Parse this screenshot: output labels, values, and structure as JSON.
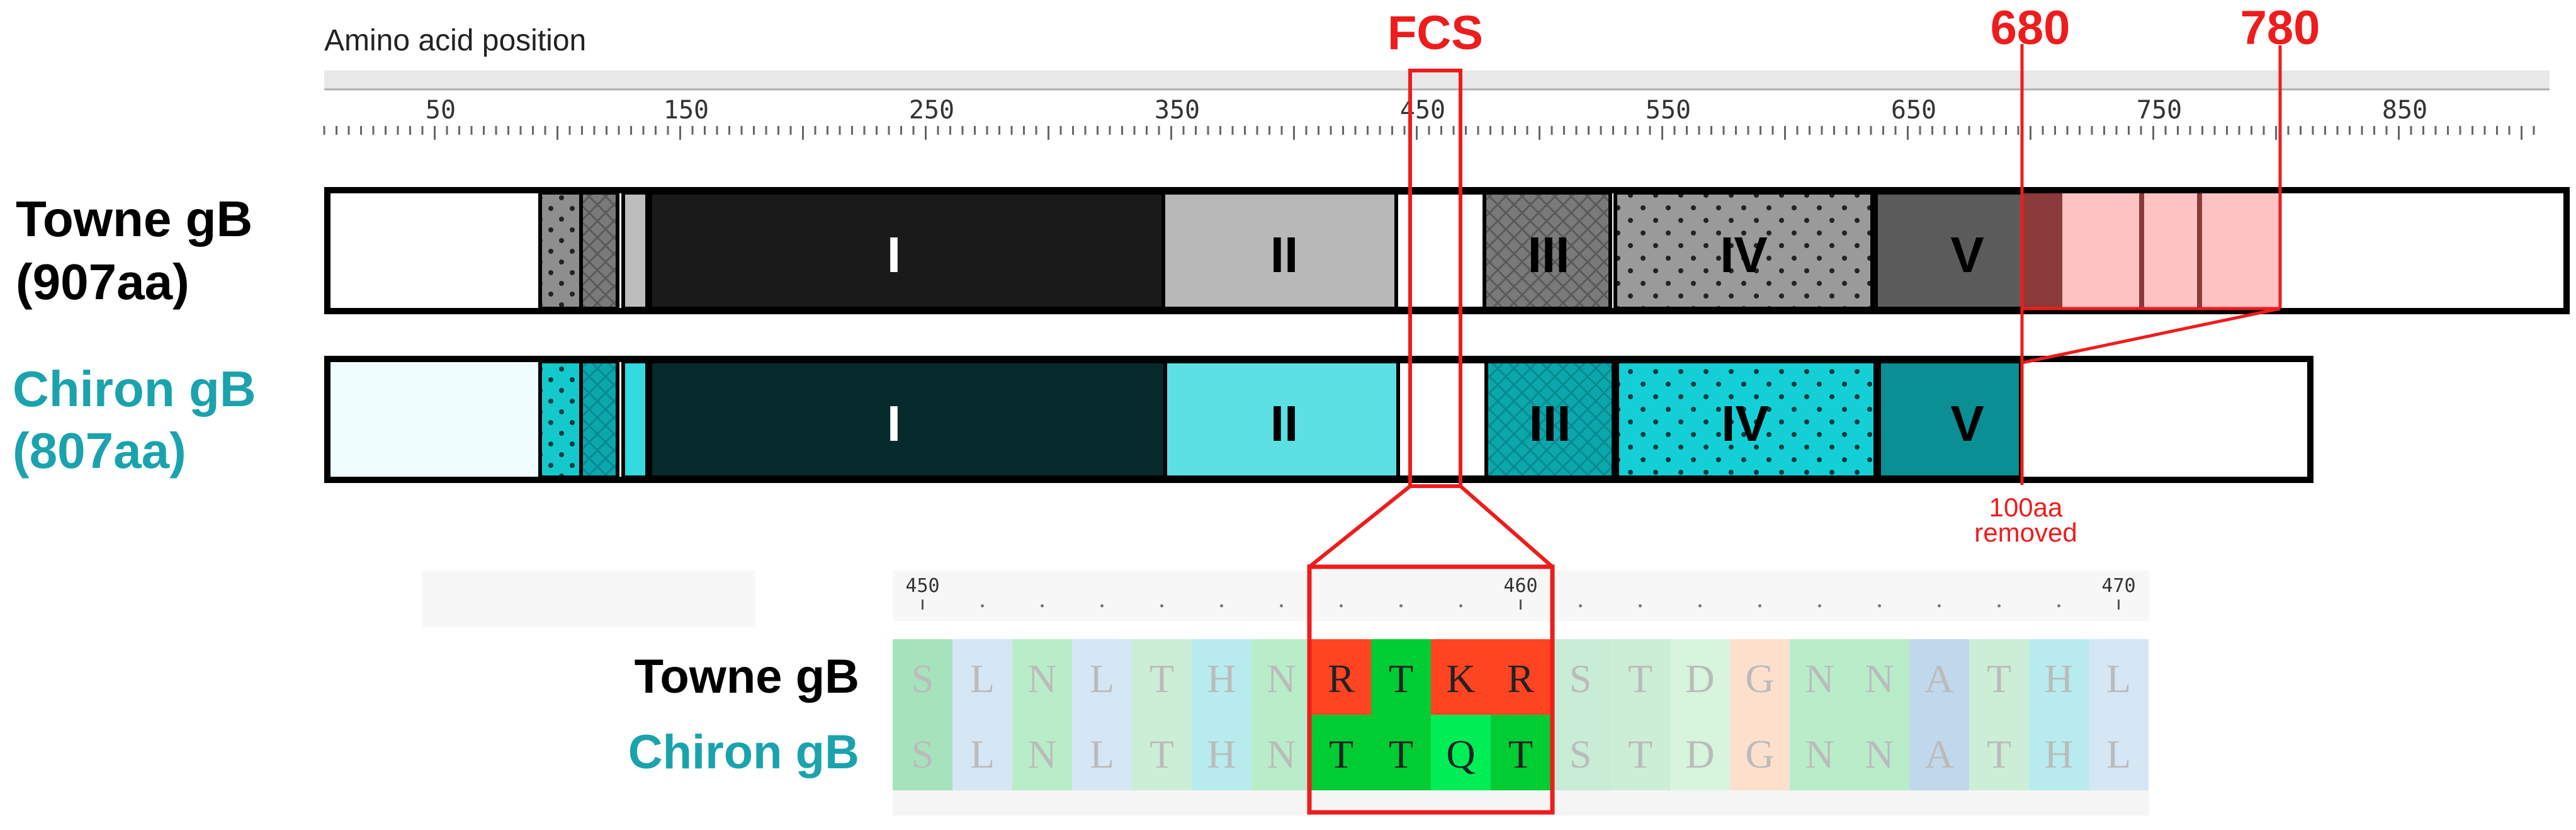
{
  "ruler": {
    "title": "Amino acid position",
    "ticks": [
      {
        "label": "50",
        "pos": 50
      },
      {
        "label": "150",
        "pos": 150
      },
      {
        "label": "250",
        "pos": 250
      },
      {
        "label": "350",
        "pos": 350
      },
      {
        "label": "450",
        "pos": 450
      },
      {
        "label": "550",
        "pos": 550
      },
      {
        "label": "650",
        "pos": 650
      },
      {
        "label": "750",
        "pos": 750
      },
      {
        "label": "850",
        "pos": 850
      }
    ]
  },
  "annotations": {
    "fcs": "FCS",
    "pos680": "680",
    "pos780": "780",
    "removed_line1": "100aa",
    "removed_line2": "removed"
  },
  "towne": {
    "name": "Towne gB",
    "length": "(907aa)",
    "color": "#000000",
    "domains": [
      {
        "label": "I",
        "start": 138,
        "end": 345
      },
      {
        "label": "II",
        "start": 345,
        "end": 440
      },
      {
        "label": "III",
        "start": 475,
        "end": 527
      },
      {
        "label": "IV",
        "start": 527,
        "end": 630
      },
      {
        "label": "V",
        "start": 630,
        "end": 710
      }
    ]
  },
  "chiron": {
    "name": "Chiron gB",
    "length": "(807aa)",
    "color": "#1aa3ad",
    "domains": [
      {
        "label": "I",
        "start": 138,
        "end": 345
      },
      {
        "label": "II",
        "start": 345,
        "end": 440
      },
      {
        "label": "III",
        "start": 475,
        "end": 527
      },
      {
        "label": "IV",
        "start": 527,
        "end": 630
      },
      {
        "label": "V",
        "start": 630,
        "end": 688
      }
    ]
  },
  "alignment": {
    "ticks": [
      {
        "label": "450",
        "index": 0
      },
      {
        "label": "460",
        "index": 10
      },
      {
        "label": "470",
        "index": 20
      }
    ],
    "towne_label": "Towne gB",
    "chiron_label": "Chiron gB",
    "towne_seq": [
      "S",
      "L",
      "N",
      "L",
      "T",
      "H",
      "N",
      "R",
      "T",
      "K",
      "R",
      "S",
      "T",
      "D",
      "G",
      "N",
      "N",
      "A",
      "T",
      "H",
      "L"
    ],
    "chiron_seq": [
      "S",
      "L",
      "N",
      "L",
      "T",
      "H",
      "N",
      "T",
      "T",
      "Q",
      "T",
      "S",
      "T",
      "D",
      "G",
      "N",
      "N",
      "A",
      "T",
      "H",
      "L"
    ]
  },
  "colors": {
    "highlight_red": "#ee1c1c",
    "teal": "#00c8cf",
    "removed_pink": "#ffc2c2"
  }
}
